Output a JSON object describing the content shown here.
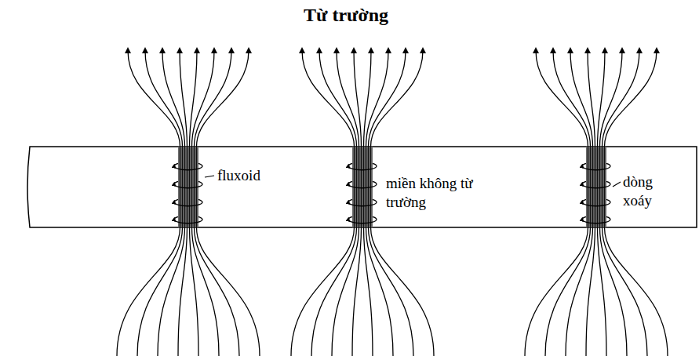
{
  "diagram": {
    "title": "Từ trường",
    "labels": [
      "fluxoid",
      "miền không từ trường",
      "dòng xoáy"
    ]
  }
}
